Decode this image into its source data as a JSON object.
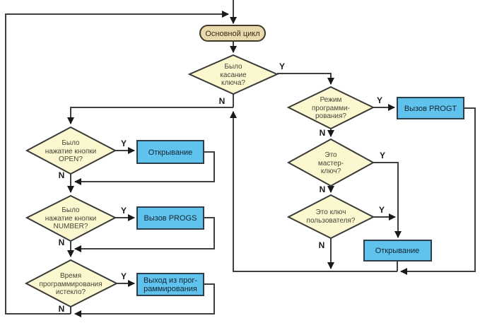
{
  "colors": {
    "background": "#ffffff",
    "line": "#3f3f3f",
    "arrow": "#1a1a1a",
    "decision_fill": "#fbf8d0",
    "process_fill": "#5fc3ee",
    "terminator_fill": "#ebd9ae"
  },
  "labels": {
    "yes": "Y",
    "no": "N"
  },
  "nodes": {
    "main_cycle": {
      "text": "Основной цикл"
    },
    "key_touch": {
      "lines": [
        "Было",
        "касание",
        "ключа?"
      ]
    },
    "prog_mode": {
      "lines": [
        "Режим",
        "программи-",
        "рования?"
      ]
    },
    "master_key": {
      "lines": [
        "Это",
        "мастер-",
        "ключ?"
      ]
    },
    "user_key": {
      "lines": [
        "Это ключ",
        "пользователя?"
      ]
    },
    "call_progt": {
      "text": "Вызов PROGT"
    },
    "opening_right": {
      "text": "Открывание"
    },
    "btn_open": {
      "lines": [
        "Было",
        "нажатие кнопки",
        "OPEN?"
      ]
    },
    "opening_left": {
      "text": "Открывание"
    },
    "btn_number": {
      "lines": [
        "Было",
        "нажатие кнопки",
        "NUMBER?"
      ]
    },
    "call_progs": {
      "text": "Вызов PROGS"
    },
    "prog_timeout": {
      "lines": [
        "Время",
        "программирования",
        "истекло?"
      ]
    },
    "exit_prog": {
      "lines": [
        "Выход из прог-",
        "раммирования"
      ]
    }
  }
}
